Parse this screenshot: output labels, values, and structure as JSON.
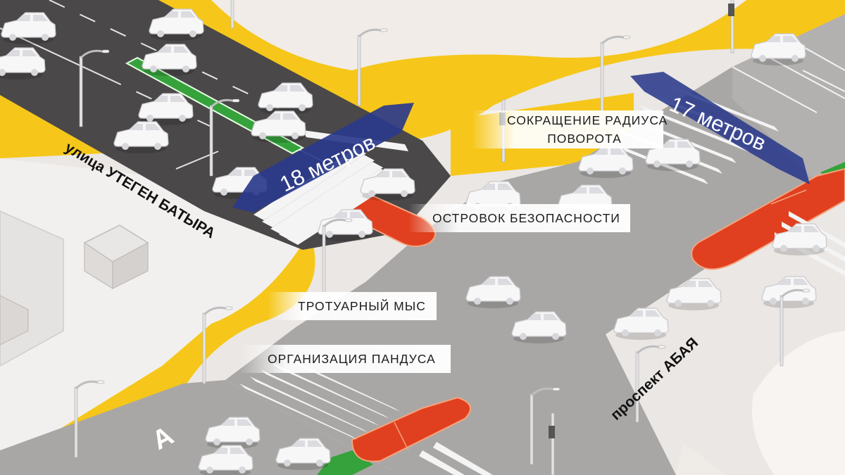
{
  "street_labels": {
    "uteghen": "улица УТЕГЕН БАТЫРА",
    "abay": "проспект АБАЯ",
    "pavement_letters": "А"
  },
  "distance_labels": {
    "left": "18 метров",
    "right": "17 метров"
  },
  "callouts": {
    "turn_radius_line1": "СОКРАЩЕНИЕ РАДИУСА",
    "turn_radius_line2": "ПОВОРОТА",
    "safety_island": "ОСТРОВОК БЕЗОПАСНОСТИ",
    "sidewalk_cape": "ТРОТУАРНЫЙ МЫС",
    "ramp": "ОРГАНИЗАЦИЯ ПАНДУСА"
  },
  "colors": {
    "sidewalk_yellow": "#f6c71a",
    "asphalt_dark": "#4a4848",
    "asphalt_grey": "#a9a7a6",
    "island_red": "#e0401f",
    "bike_lane_green": "#36a23b",
    "arrow_navy": "#2a3a8c",
    "ground": "#ebe7e4"
  },
  "icons": [
    "car-icon",
    "street-lamp-icon",
    "traffic-light-icon",
    "crosswalk-icon",
    "distance-arrow-icon"
  ]
}
